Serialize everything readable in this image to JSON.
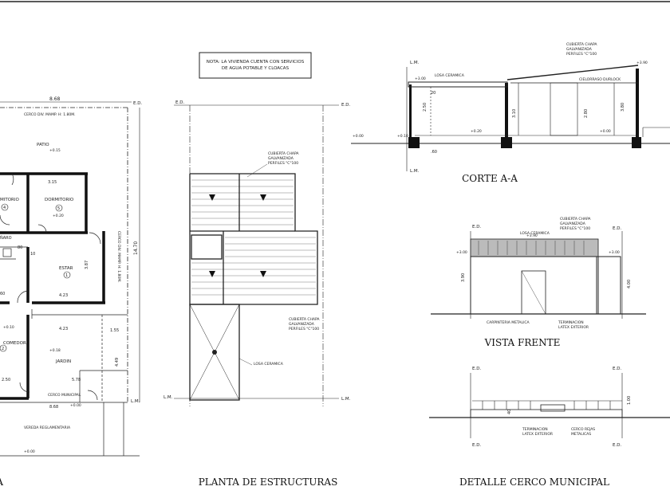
{
  "note": {
    "line1": "NOTA: LA VIVIENDA CUENTA CON SERVICIOS",
    "line2": "DE AGUA POTABLE Y CLOACAS"
  },
  "titles": {
    "plan_partial": "TA",
    "structures": "PLANTA DE ESTRUCTURAS",
    "section": "CORTE A-A",
    "front": "VISTA FRENTE",
    "fence": "DETALLE CERCO MUNICIPAL"
  },
  "floor_plan": {
    "dim_top": "8.68",
    "dim_bottom": "8.68",
    "patio": "PATIO",
    "patio_level": "+0.15",
    "dim_315": "3.15",
    "dormitorio_left": "MITORIO",
    "dormitorio_left_no": "4",
    "dormitorio_right": "DORMITORIO",
    "dormitorio_right_no": "5",
    "level_020": "+0.20",
    "estar": "ESTAR",
    "estar_no": "1",
    "banio": "ÑARO",
    "dim_80": "80",
    "dim_10": "10",
    "dim_387": "3.87",
    "dim_423a": "4.23",
    "dim_423b": "4.23",
    "dim_60": "60",
    "comedor": "COMEDOR",
    "comedor_no": "2",
    "level_010": "+0.10",
    "level_018": "+0.18",
    "jardin": "JARDIN",
    "dim_578": "5.78",
    "dim_155": "1.55",
    "dim_449": "4.49",
    "dim_250": "2.50",
    "dim_1470": "14.70",
    "cerco": "CERCO MUNICIPAL",
    "level_000": "+0.00",
    "vereda": "VEREDA REGLAMENTARIA",
    "level_bottom": "+0.00",
    "ed": "E.D.",
    "lm": "L.M.",
    "side_label": "CERCO DIV. MAMP. H: 1.80M.",
    "top_label": "CERCO DIV. MAMP. H: 1.80M."
  },
  "structures": {
    "ed_left": "E.D.",
    "ed_right": "E.D.",
    "lm_left": "L.M.",
    "lm_right": "L.M.",
    "roof_l1": "CUBIERTA CHAPA",
    "roof_l2": "GALVANIZADA",
    "roof_l3": "PERFILES \"C\"100",
    "roof2_l1": "CUBIERTA CHAPA",
    "roof2_l2": "GALVANIZADA",
    "roof2_l3": "PERFILES \"C\"100",
    "losa": "LOSA CERAMICA"
  },
  "section": {
    "lm_top": "L.M.",
    "lm_bottom": "L.M.",
    "losa": "LOSA CERAMICA",
    "roof_l1": "CUBIERTA CHAPA",
    "roof_l2": "GALVANIZADA",
    "roof_l3": "PERFILES \"C\"100",
    "cielorraso": "CIELORRASO DURLOCK",
    "level_top": "+3.90",
    "level_300": "+3.00",
    "dim_250": "2.50",
    "dim_20": "20",
    "dim_310": "3.10",
    "dim_280": "2.80",
    "dim_380": "3.80",
    "level_000_left": "+0.00",
    "level_010": "+0.10",
    "level_020": "+0.20",
    "level_000_right": "+0.00",
    "dim_60": ".60"
  },
  "front": {
    "ed_left": "E.D.",
    "ed_right": "E.D.",
    "losa": "LOSA CERAMICA",
    "roof_l1": "CUBIERTA CHAPA",
    "roof_l2": "GALVANIZADA",
    "roof_l3": "PERFILES \"C\"100",
    "level_390": "+3.90",
    "level_300l": "+3.00",
    "level_300r": "+3.00",
    "dim_390": "3.90",
    "dim_400": "4.00",
    "carp": "CARPINTERIA METALICA",
    "term_l1": "TERMINACION",
    "term_l2": "LATEX EXTERIOR"
  },
  "fence": {
    "ed_tl": "E.D.",
    "ed_tr": "E.D.",
    "ed_bl": "E.D.",
    "ed_br": "E.D.",
    "dim_40": "40",
    "dim_100": "1.00",
    "term_l1": "TERMINACION",
    "term_l2": "LATEX EXTERIOR",
    "rejas_l1": "CERCO REJAS",
    "rejas_l2": "METALICAS"
  }
}
